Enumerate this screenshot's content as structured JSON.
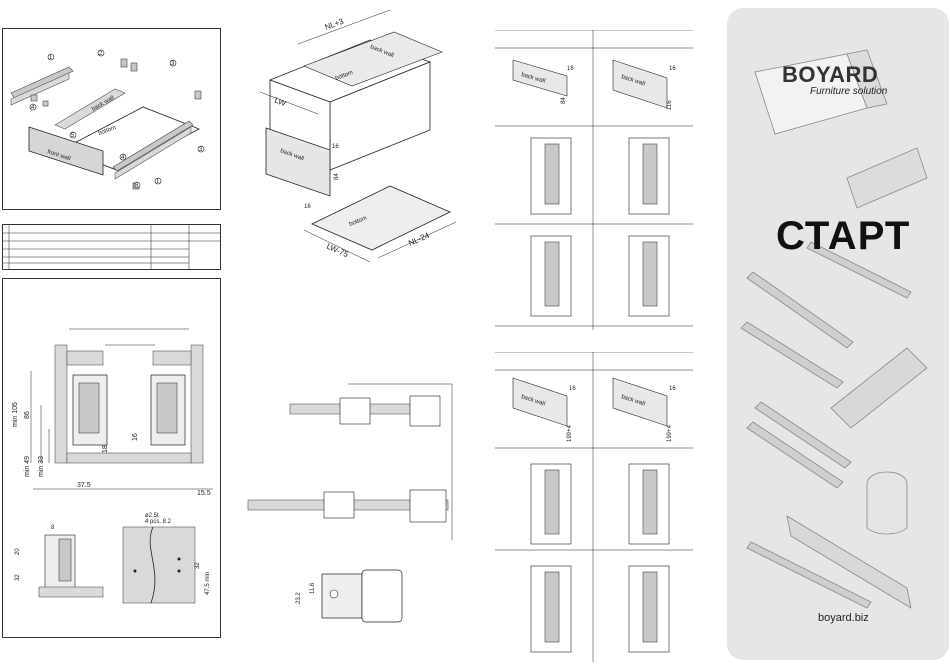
{
  "brand": {
    "name": "BOYARD",
    "tagline": "Furniture solution",
    "series": "СТАРТ",
    "website": "boyard.biz"
  },
  "parts_diagram": {
    "callouts": [
      "1",
      "2",
      "3",
      "4",
      "5",
      "6",
      "1",
      "4",
      "3"
    ],
    "back_wall": "back wall",
    "bottom": "bottom",
    "front_wall": "front wall"
  },
  "iso_diagram": {
    "nl_plus": "NL+3",
    "lw": "LW",
    "back_wall": "back wall",
    "bottom": "bottom",
    "back_wall_2": "back wall",
    "dim_16": "16",
    "dim_84": "84",
    "bottom_2": "bottom",
    "dim_16b": "16",
    "lw75": "LW-75",
    "nl24": "NL-24"
  },
  "front_view": {
    "min105": "min 105",
    "d86": "86",
    "min49": "min 49",
    "min33": "min 33",
    "d16": "16",
    "d18": "18",
    "d375": "37.5",
    "d155": "15.5",
    "d8": "8",
    "d20": "20",
    "d32": "32",
    "d32b": "32",
    "hole": "ø2.5t",
    "hole2": "4 pcs. 8.2",
    "d475": "47.5 min"
  },
  "bracket": {
    "d232": "23.2",
    "d116": "11.6"
  },
  "right_top_table": {
    "back_wall_a": "back wall",
    "back_wall_b": "back wall",
    "dim_16a": "16",
    "dim_16b": "16",
    "dim_84": "84",
    "dim_116": "116"
  },
  "right_bottom_table": {
    "back_wall_a": "back wall",
    "back_wall_b": "back wall",
    "dim_16a": "16",
    "dim_16b": "16",
    "dim_a": "199+4",
    "dim_b": "199+4"
  }
}
